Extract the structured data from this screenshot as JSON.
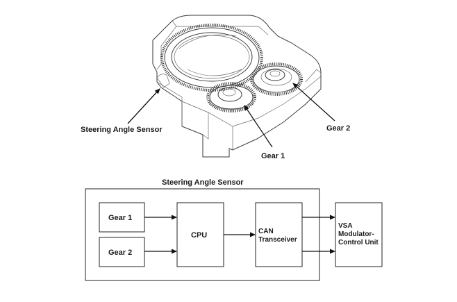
{
  "illustration": {
    "label_sensor": "Steering Angle Sensor",
    "label_gear1": "Gear 1",
    "label_gear2": "Gear 2"
  },
  "block_diagram": {
    "title": "Steering Angle Sensor",
    "gear1": "Gear 1",
    "gear2": "Gear 2",
    "cpu": "CPU",
    "can_line1": "CAN",
    "can_line2": "Transceiver",
    "vsa_line1": "VSA",
    "vsa_line2": "Modulator-",
    "vsa_line3": "Control Unit"
  }
}
